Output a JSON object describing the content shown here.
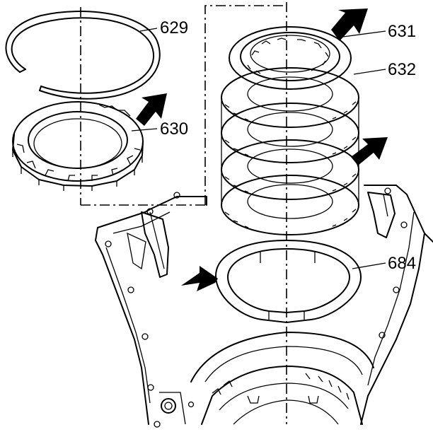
{
  "figure": {
    "callouts": {
      "snap_ring": "629",
      "backing_plate": "630",
      "fiber_plate": "631",
      "steel_plate": "632",
      "apply_ring": "684"
    },
    "arrow_icon": "black-arrow-icon"
  }
}
